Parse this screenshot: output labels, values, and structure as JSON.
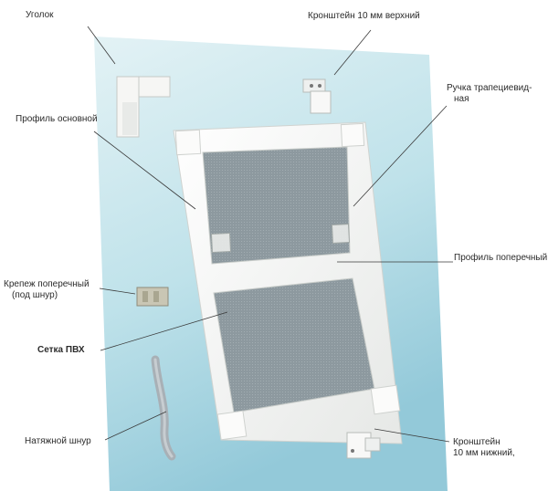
{
  "labels": {
    "corner": "Уголок",
    "bracket_top": "Кронштейн 10 мм верхний",
    "handle_line1": "Ручка трапециевид-",
    "handle_line2": "ная",
    "profile_main": "Профиль основной",
    "profile_cross": "Профиль поперечный,",
    "fastener_line1": "Крепеж поперечный",
    "fastener_line2": "(под шнур)",
    "mesh": "Сетка ПВХ",
    "cord": "Натяжной шнур",
    "bracket_bottom_line1": "Кронштейн",
    "bracket_bottom_line2": "10 мм нижний,"
  },
  "colors": {
    "background_top": "#d9eef2",
    "background_bottom": "#9fd0df",
    "frame": "#f7f7f5",
    "mesh": "#8e9aa1",
    "leader": "#3a3a3a",
    "cord": "#a9b0b6"
  }
}
